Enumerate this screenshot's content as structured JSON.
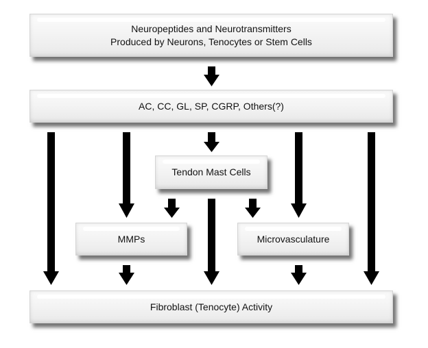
{
  "diagram": {
    "nodes": [
      {
        "id": "neuro",
        "lines": [
          "Neuropeptides and Neurotransmitters",
          "Produced by Neurons, Tenocytes or Stem Cells"
        ]
      },
      {
        "id": "agents",
        "label": "AC, CC, GL, SP, CGRP, Others(?)"
      },
      {
        "id": "mast",
        "label": "Tendon Mast Cells"
      },
      {
        "id": "mmps",
        "label": "MMPs"
      },
      {
        "id": "micro",
        "label": "Microvasculature"
      },
      {
        "id": "fibro",
        "label": "Fibroblast (Tenocyte) Activity"
      }
    ],
    "edges": [
      {
        "from": "neuro",
        "to": "agents"
      },
      {
        "from": "agents",
        "to": "fibro"
      },
      {
        "from": "agents",
        "to": "mmps"
      },
      {
        "from": "agents",
        "to": "mast"
      },
      {
        "from": "agents",
        "to": "micro"
      },
      {
        "from": "agents",
        "to": "fibro"
      },
      {
        "from": "mast",
        "to": "mmps"
      },
      {
        "from": "mast",
        "to": "fibro"
      },
      {
        "from": "mast",
        "to": "micro"
      },
      {
        "from": "mmps",
        "to": "fibro"
      },
      {
        "from": "micro",
        "to": "fibro"
      }
    ],
    "colors": {
      "arrow": "#000000",
      "box_fill": "#f2f2f2",
      "shadow": "#333333"
    }
  }
}
